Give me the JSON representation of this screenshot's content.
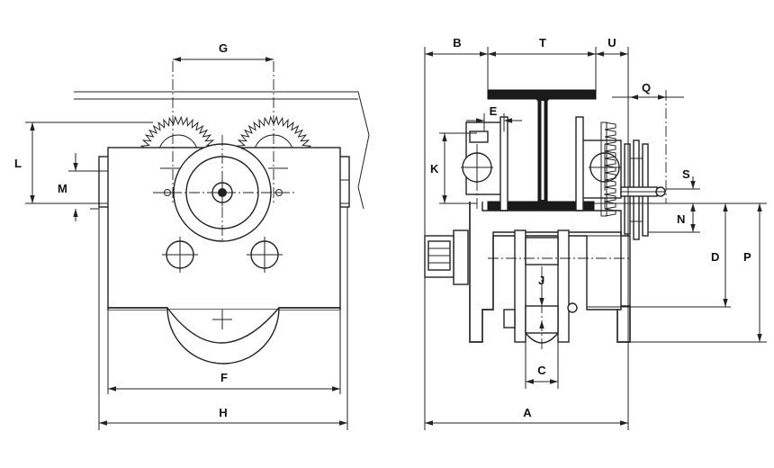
{
  "labels": {
    "A": "A",
    "B": "B",
    "C": "C",
    "D": "D",
    "E": "E",
    "F": "F",
    "G": "G",
    "H": "H",
    "J": "J",
    "K": "K",
    "L": "L",
    "M": "M",
    "N": "N",
    "P": "P",
    "Q": "Q",
    "S": "S",
    "T": "T",
    "U": "U"
  }
}
